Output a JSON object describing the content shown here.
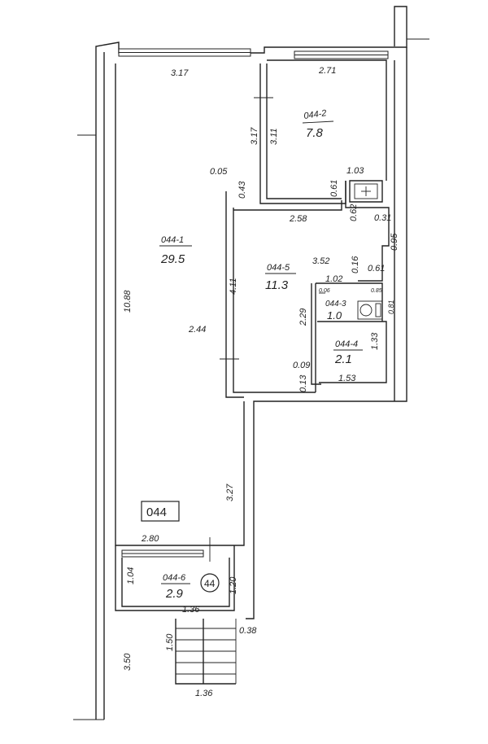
{
  "rooms": [
    {
      "id": "044-1",
      "area": "29.5"
    },
    {
      "id": "044-2",
      "area": "7.8"
    },
    {
      "id": "044-3",
      "area": "1.0"
    },
    {
      "id": "044-4",
      "area": "2.1"
    },
    {
      "id": "044-5",
      "area": "11.3"
    },
    {
      "id": "044-6",
      "area": "2.9"
    }
  ],
  "dimensions": [
    "3.17",
    "2.71",
    "3.17",
    "3.11",
    "0.05",
    "0.43",
    "0.61",
    "1.03",
    "0.62",
    "2.58",
    "0.31",
    "0.95",
    "3.52",
    "0.16",
    "1.02",
    "0.61",
    "10.88",
    "4.11",
    "2.44",
    "0.06",
    "0.85",
    "0.81",
    "2.29",
    "1.33",
    "0.09",
    "0.13",
    "1.53",
    "3.27",
    "2.80",
    "1.04",
    "1.20",
    "1.36",
    "0.38",
    "1.50",
    "3.50",
    "1.36"
  ],
  "apartment_label": "044",
  "entrance_label": "44"
}
